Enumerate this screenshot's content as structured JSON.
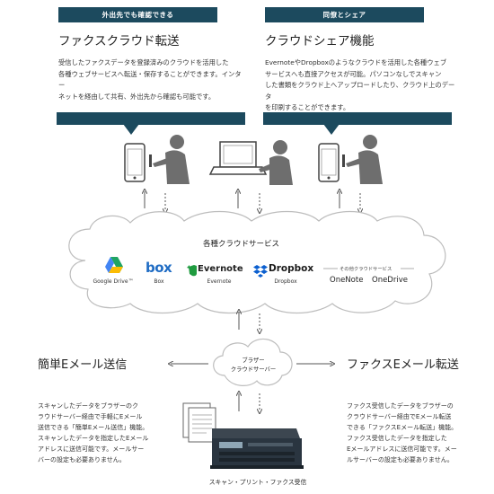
{
  "left_panel": {
    "tag": "外出先でも確認できる",
    "title": "ファクスクラウド転送",
    "desc_lines": [
      "受信したファクスデータを登録済みのクラウドを活用した",
      "各種ウェブサービスへ転送・保存することができます。インター",
      "ネットを経由して共有、外出先から確認も可能です。"
    ]
  },
  "right_panel": {
    "tag": "同僚とシェア",
    "title": "クラウドシェア機能",
    "desc_lines": [
      "EvernoteやDropboxのようなクラウドを活用した各種ウェブ",
      "サービスへも直接アクセスが可能。パソコンなしでスキャン",
      "した書類をクラウド上へアップロードしたり、クラウド上のデータ",
      "を印刷することができます。"
    ]
  },
  "cloud": {
    "title": "各種クラウドサービス",
    "services": [
      {
        "name": "Google Drive™",
        "icon": "google-drive-icon",
        "color": "#1a73e8"
      },
      {
        "name": "Box",
        "logo": "box",
        "icon": "box-logo-icon",
        "color": "#1f6cc4"
      },
      {
        "name": "Evernote",
        "logo": "Evernote",
        "icon": "evernote-icon",
        "color": "#1f9b3f"
      },
      {
        "name": "Dropbox",
        "logo": "Dropbox",
        "icon": "dropbox-icon",
        "color": "#0b5fcf"
      }
    ],
    "other_label": "その他クラウドサービス",
    "other_services": [
      "OneNote",
      "OneDrive"
    ]
  },
  "brother_cloud": {
    "line1": "ブラザー",
    "line2": "クラウドサーバー"
  },
  "simple_email": {
    "title": "簡単Eメール送信",
    "desc_lines": [
      "スキャンしたデータをブラザーのク",
      "ラウドサーバー経由で手軽にEメール",
      "送信できる「簡単Eメール送信」機能。",
      "スキャンしたデータを指定したEメール",
      "アドレスに送信可能です。メールサー",
      "バーの設定も必要ありません。"
    ]
  },
  "fax_email": {
    "title": "ファクスEメール転送",
    "desc_lines": [
      "ファクス受信したデータをブラザーの",
      "クラウドサーバー経由でEメール転送",
      "できる「ファクスEメール転送」機能。",
      "ファクス受信したデータを指定した",
      "Eメールアドレスに送信可能です。メー",
      "ルサーバーの設定も必要ありません。"
    ]
  },
  "printer_caption": "スキャン・プリント・ファクス受信",
  "colors": {
    "accent": "#1c4a5e",
    "person": "#6e6e6e",
    "cloud_stroke": "#bdbdbd"
  }
}
